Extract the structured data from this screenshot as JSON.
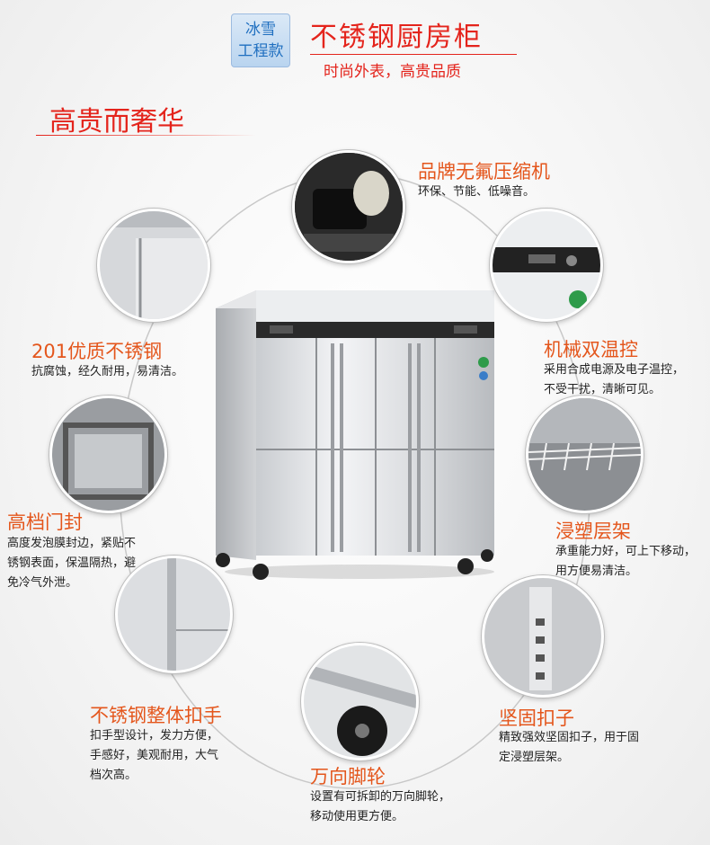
{
  "header": {
    "badge_line1": "冰雪",
    "badge_line2": "工程款",
    "title": "不锈钢厨房柜",
    "subtitle": "时尚外表，高贵品质"
  },
  "section_title": "高贵而奢华",
  "features": {
    "compressor": {
      "title": "品牌无氟压缩机",
      "desc": "环保、节能、低噪音。"
    },
    "steel": {
      "title": "201优质不锈钢",
      "desc": "抗腐蚀，经久耐用，易清洁。"
    },
    "temp": {
      "title": "机械双温控",
      "desc1": "采用合成电源及电子温控，",
      "desc2": "不受干扰，清晰可见。"
    },
    "seal": {
      "title": "高档门封",
      "desc1": "高度发泡膜封边，紧贴不",
      "desc2": "锈钢表面，保温隔热，避",
      "desc3": "免冷气外泄。"
    },
    "shelf": {
      "title": "浸塑层架",
      "desc1": "承重能力好，可上下移动，",
      "desc2": "用方便易清洁。"
    },
    "handle": {
      "title": "不锈钢整体扣手",
      "desc1": "扣手型设计，发力方便，",
      "desc2": "手感好，美观耐用，大气",
      "desc3": "档次高。"
    },
    "clip": {
      "title": "坚固扣子",
      "desc1": "精致强效坚固扣子，用于固",
      "desc2": "定浸塑层架。"
    },
    "caster": {
      "title": "万向脚轮",
      "desc1": "设置有可拆卸的万向脚轮，",
      "desc2": "移动使用更方便。"
    }
  },
  "colors": {
    "accent": "#e4241c",
    "feature_title": "#e4561c",
    "badge_text": "#1f6fc0"
  },
  "icons": [
    "compressor-photo",
    "steel-edge-photo",
    "thermostat-photo",
    "door-seal-photo",
    "wire-shelf-photo",
    "handle-photo",
    "shelf-clip-photo",
    "caster-wheel-photo",
    "refrigerator-photo"
  ]
}
